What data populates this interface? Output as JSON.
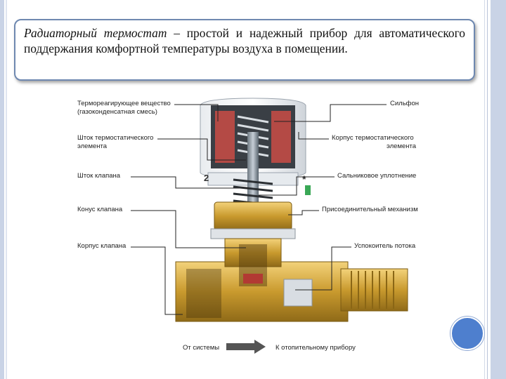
{
  "slide": {
    "text_italic": "Радиаторный термостат",
    "text_rest": " – простой и надежный прибор для автоматического поддержания комфортной температуры воздуха в помещении."
  },
  "diagram": {
    "labels_left": [
      "Термореагирующее вещество",
      "(газоконденсатная смесь)",
      "Шток термостатического",
      "элемента",
      "Шток клапана",
      "Конус клапана",
      "Корпус клапана"
    ],
    "labels_right": [
      "Сильфон",
      "Корпус термостатического",
      "элемента",
      "Сальниковое уплотнение",
      "Присоединительный механизм",
      "Успокоитель потока"
    ],
    "flow_from": "От системы",
    "flow_to": "К отопительному прибору"
  }
}
